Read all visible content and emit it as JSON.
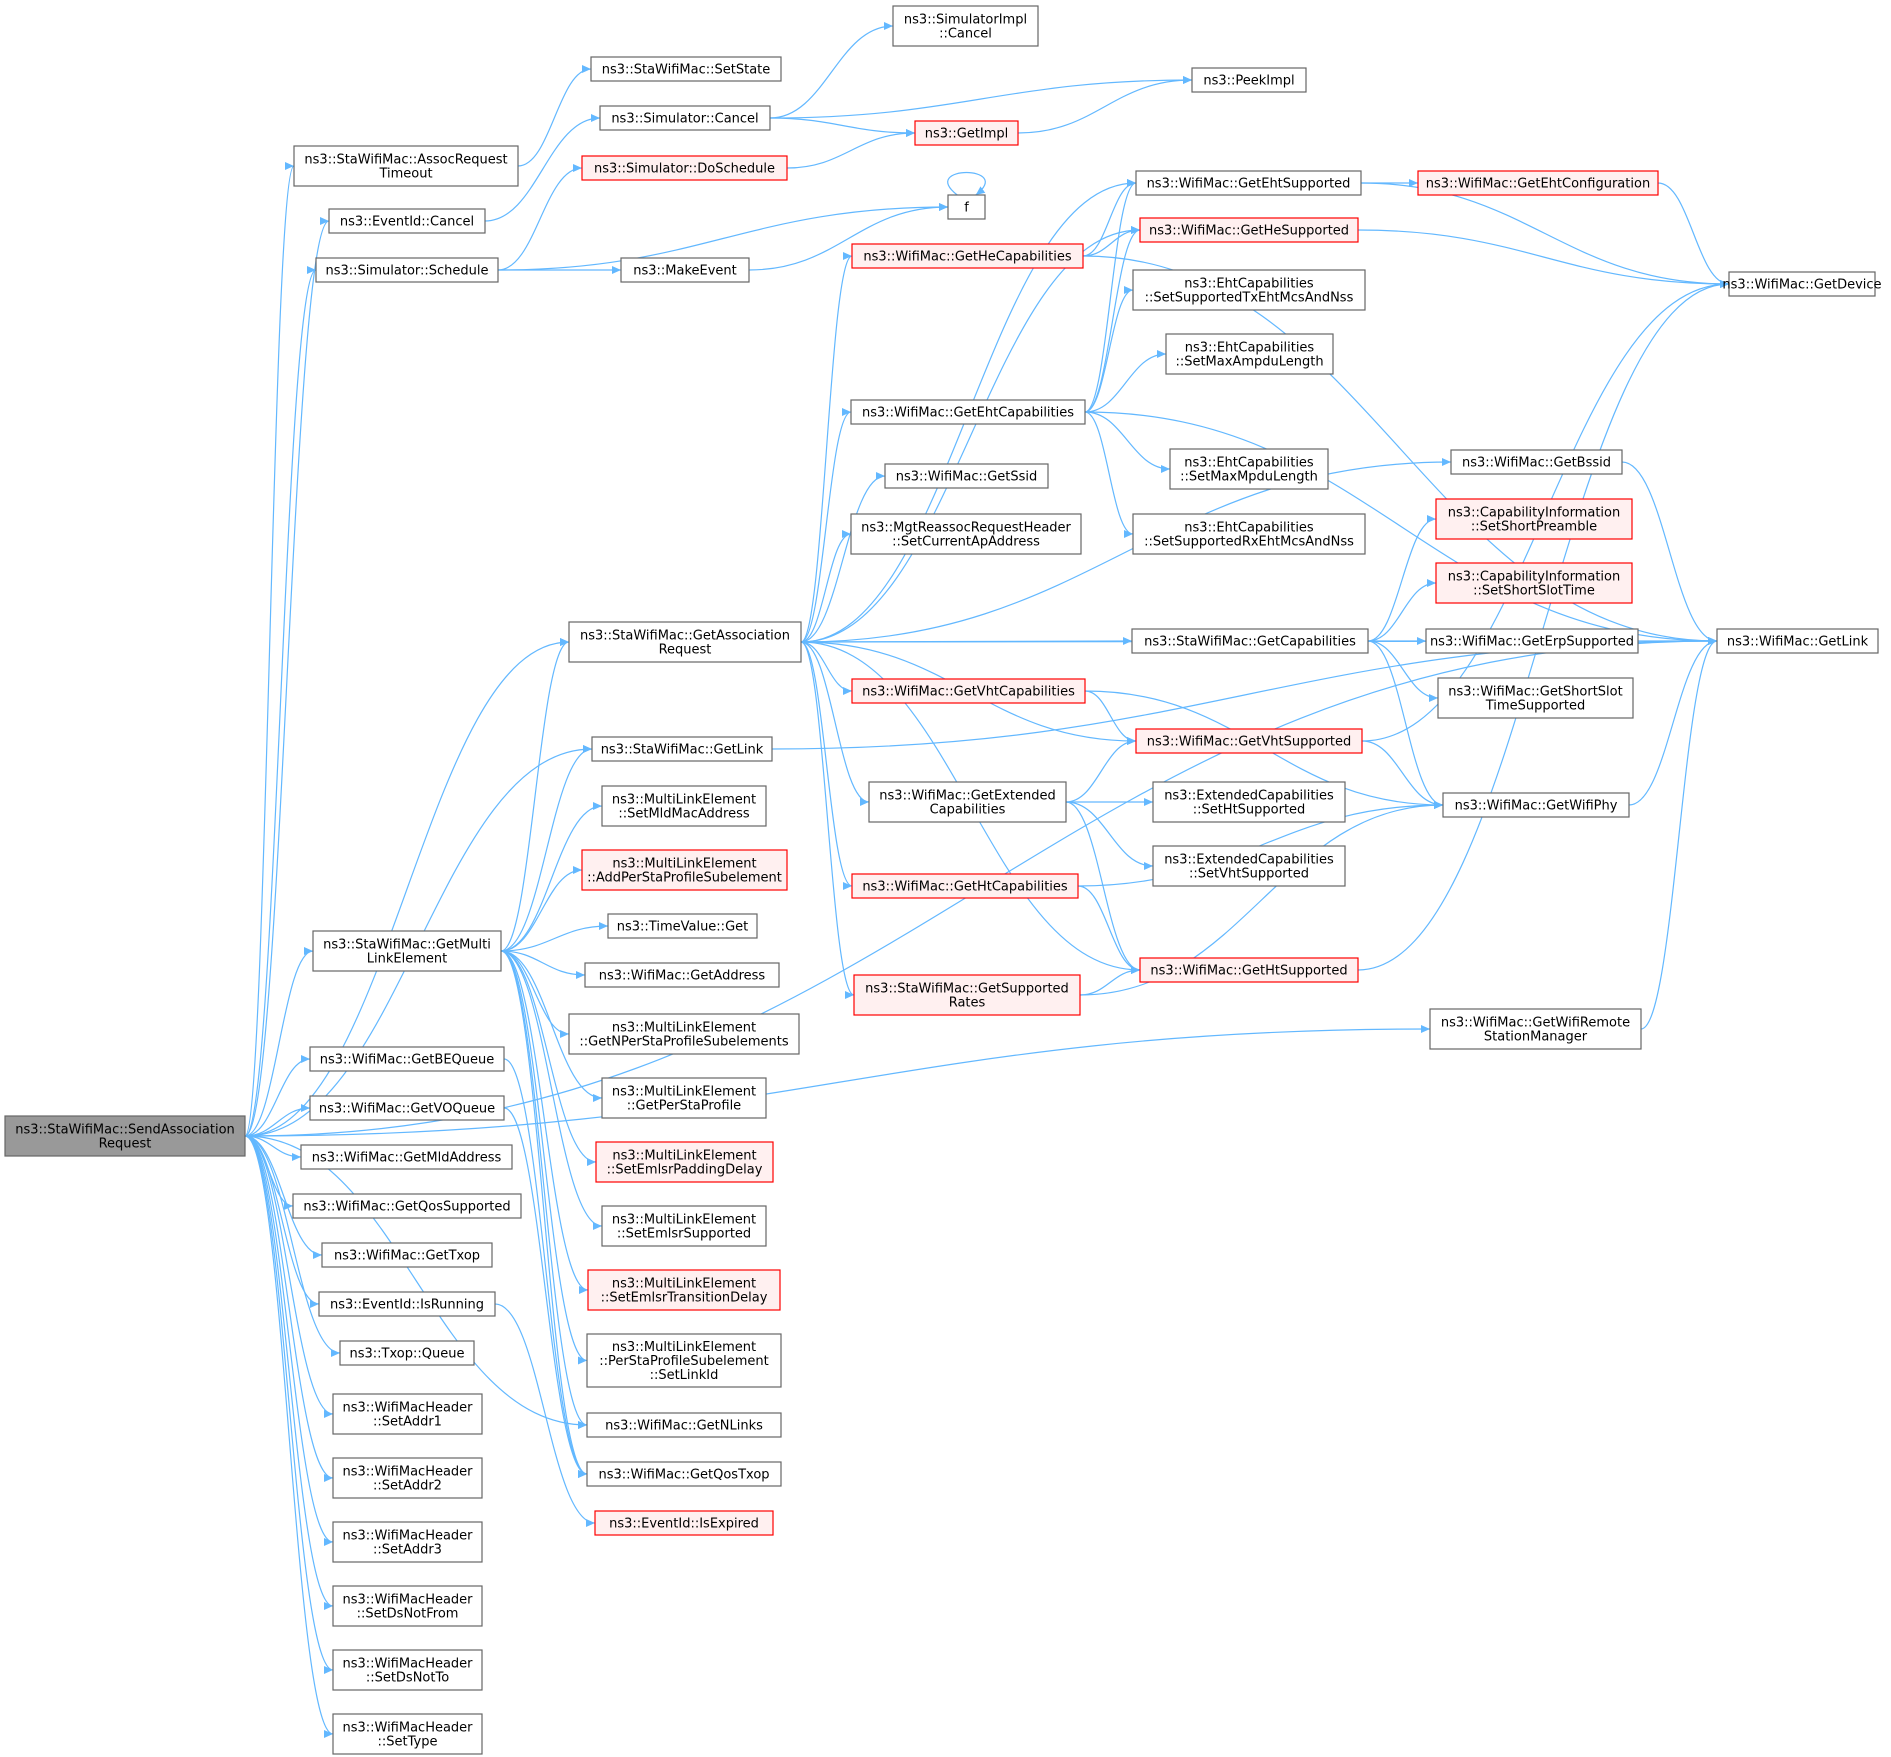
{
  "colors": {
    "edge": "#63b8ff",
    "node_border": "#666666",
    "node_border_red": "#ff0000",
    "node_fill": "#ffffff",
    "node_fill_red": "#fff0f0",
    "root_fill": "#999999"
  },
  "nodes": {
    "root": {
      "lines": [
        "ns3::StaWifiMac::SendAssociation",
        "Request"
      ],
      "style": "root"
    },
    "assocTimeout": {
      "lines": [
        "ns3::StaWifiMac::AssocRequest",
        "Timeout"
      ],
      "style": "normal"
    },
    "eventCancel": {
      "lines": [
        "ns3::EventId::Cancel"
      ],
      "style": "normal"
    },
    "simSchedule": {
      "lines": [
        "ns3::Simulator::Schedule"
      ],
      "style": "normal"
    },
    "setState": {
      "lines": [
        "ns3::StaWifiMac::SetState"
      ],
      "style": "normal"
    },
    "simCancel": {
      "lines": [
        "ns3::Simulator::Cancel"
      ],
      "style": "normal"
    },
    "simDoSchedule": {
      "lines": [
        "ns3::Simulator::DoSchedule"
      ],
      "style": "red"
    },
    "simImplCancel": {
      "lines": [
        "ns3::SimulatorImpl",
        "::Cancel"
      ],
      "style": "normal"
    },
    "getImpl": {
      "lines": [
        "ns3::GetImpl"
      ],
      "style": "red"
    },
    "peekImpl": {
      "lines": [
        "ns3::PeekImpl"
      ],
      "style": "normal"
    },
    "f": {
      "lines": [
        "f"
      ],
      "style": "normal"
    },
    "makeEvent": {
      "lines": [
        "ns3::MakeEvent"
      ],
      "style": "normal"
    },
    "getAssocReq": {
      "lines": [
        "ns3::StaWifiMac::GetAssociation",
        "Request"
      ],
      "style": "normal"
    },
    "getHeCap": {
      "lines": [
        "ns3::WifiMac::GetHeCapabilities"
      ],
      "style": "red"
    },
    "getEhtSupported": {
      "lines": [
        "ns3::WifiMac::GetEhtSupported"
      ],
      "style": "normal"
    },
    "getHeSupported": {
      "lines": [
        "ns3::WifiMac::GetHeSupported"
      ],
      "style": "red"
    },
    "getEhtConfig": {
      "lines": [
        "ns3::WifiMac::GetEhtConfiguration"
      ],
      "style": "red"
    },
    "getDevice": {
      "lines": [
        "ns3::WifiMac::GetDevice"
      ],
      "style": "normal"
    },
    "ehtSetTx": {
      "lines": [
        "ns3::EhtCapabilities",
        "::SetSupportedTxEhtMcsAndNss"
      ],
      "style": "normal"
    },
    "ehtSetAmpdu": {
      "lines": [
        "ns3::EhtCapabilities",
        "::SetMaxAmpduLength"
      ],
      "style": "normal"
    },
    "getEhtCap": {
      "lines": [
        "ns3::WifiMac::GetEhtCapabilities"
      ],
      "style": "normal"
    },
    "getSsid": {
      "lines": [
        "ns3::WifiMac::GetSsid"
      ],
      "style": "normal"
    },
    "ehtSetMpdu": {
      "lines": [
        "ns3::EhtCapabilities",
        "::SetMaxMpduLength"
      ],
      "style": "normal"
    },
    "mgtSetAp": {
      "lines": [
        "ns3::MgtReassocRequestHeader",
        "::SetCurrentApAddress"
      ],
      "style": "normal"
    },
    "ehtSetRx": {
      "lines": [
        "ns3::EhtCapabilities",
        "::SetSupportedRxEhtMcsAndNss"
      ],
      "style": "normal"
    },
    "getBssid": {
      "lines": [
        "ns3::WifiMac::GetBssid"
      ],
      "style": "normal"
    },
    "capShortPre": {
      "lines": [
        "ns3::CapabilityInformation",
        "::SetShortPreamble"
      ],
      "style": "red"
    },
    "capShortSlot": {
      "lines": [
        "ns3::CapabilityInformation",
        "::SetShortSlotTime"
      ],
      "style": "red"
    },
    "staGetCap": {
      "lines": [
        "ns3::StaWifiMac::GetCapabilities"
      ],
      "style": "normal"
    },
    "getErp": {
      "lines": [
        "ns3::WifiMac::GetErpSupported"
      ],
      "style": "normal"
    },
    "getLinkWM": {
      "lines": [
        "ns3::WifiMac::GetLink"
      ],
      "style": "normal"
    },
    "getShortSlot": {
      "lines": [
        "ns3::WifiMac::GetShortSlot",
        "TimeSupported"
      ],
      "style": "normal"
    },
    "getVhtCap": {
      "lines": [
        "ns3::WifiMac::GetVhtCapabilities"
      ],
      "style": "red"
    },
    "getVhtSupported": {
      "lines": [
        "ns3::WifiMac::GetVhtSupported"
      ],
      "style": "red"
    },
    "staGetLink": {
      "lines": [
        "ns3::StaWifiMac::GetLink"
      ],
      "style": "normal"
    },
    "getExtCap": {
      "lines": [
        "ns3::WifiMac::GetExtended",
        "Capabilities"
      ],
      "style": "normal"
    },
    "extSetHt": {
      "lines": [
        "ns3::ExtendedCapabilities",
        "::SetHtSupported"
      ],
      "style": "normal"
    },
    "getWifiPhy": {
      "lines": [
        "ns3::WifiMac::GetWifiPhy"
      ],
      "style": "normal"
    },
    "mleSetMld": {
      "lines": [
        "ns3::MultiLinkElement",
        "::SetMldMacAddress"
      ],
      "style": "normal"
    },
    "extSetVht": {
      "lines": [
        "ns3::ExtendedCapabilities",
        "::SetVhtSupported"
      ],
      "style": "normal"
    },
    "mleAddPer": {
      "lines": [
        "ns3::MultiLinkElement",
        "::AddPerStaProfileSubelement"
      ],
      "style": "red"
    },
    "getHtCap": {
      "lines": [
        "ns3::WifiMac::GetHtCapabilities"
      ],
      "style": "red"
    },
    "timeGet": {
      "lines": [
        "ns3::TimeValue::Get"
      ],
      "style": "normal"
    },
    "getMultiLink": {
      "lines": [
        "ns3::StaWifiMac::GetMulti",
        "LinkElement"
      ],
      "style": "normal"
    },
    "getAddress": {
      "lines": [
        "ns3::WifiMac::GetAddress"
      ],
      "style": "normal"
    },
    "getHtSupported": {
      "lines": [
        "ns3::WifiMac::GetHtSupported"
      ],
      "style": "red"
    },
    "getSuppRates": {
      "lines": [
        "ns3::StaWifiMac::GetSupported",
        "Rates"
      ],
      "style": "red"
    },
    "mleGetN": {
      "lines": [
        "ns3::MultiLinkElement",
        "::GetNPerStaProfileSubelements"
      ],
      "style": "normal"
    },
    "getRemoteStation": {
      "lines": [
        "ns3::WifiMac::GetWifiRemote",
        "StationManager"
      ],
      "style": "normal"
    },
    "getBEQueue": {
      "lines": [
        "ns3::WifiMac::GetBEQueue"
      ],
      "style": "normal"
    },
    "mleGetPer": {
      "lines": [
        "ns3::MultiLinkElement",
        "::GetPerStaProfile"
      ],
      "style": "normal"
    },
    "getVOQueue": {
      "lines": [
        "ns3::WifiMac::GetVOQueue"
      ],
      "style": "normal"
    },
    "mleSetPad": {
      "lines": [
        "ns3::MultiLinkElement",
        "::SetEmlsrPaddingDelay"
      ],
      "style": "red"
    },
    "getMldAddr": {
      "lines": [
        "ns3::WifiMac::GetMldAddress"
      ],
      "style": "normal"
    },
    "getQosSupp": {
      "lines": [
        "ns3::WifiMac::GetQosSupported"
      ],
      "style": "normal"
    },
    "mleSetEmlsr": {
      "lines": [
        "ns3::MultiLinkElement",
        "::SetEmlsrSupported"
      ],
      "style": "normal"
    },
    "getTxop": {
      "lines": [
        "ns3::WifiMac::GetTxop"
      ],
      "style": "normal"
    },
    "mleSetTrans": {
      "lines": [
        "ns3::MultiLinkElement",
        "::SetEmlsrTransitionDelay"
      ],
      "style": "red"
    },
    "isRunning": {
      "lines": [
        "ns3::EventId::IsRunning"
      ],
      "style": "normal"
    },
    "txopQueue": {
      "lines": [
        "ns3::Txop::Queue"
      ],
      "style": "normal"
    },
    "mlePerSetLink": {
      "lines": [
        "ns3::MultiLinkElement",
        "::PerStaProfileSubelement",
        "::SetLinkId"
      ],
      "style": "normal"
    },
    "setAddr1": {
      "lines": [
        "ns3::WifiMacHeader",
        "::SetAddr1"
      ],
      "style": "normal"
    },
    "getNLinks": {
      "lines": [
        "ns3::WifiMac::GetNLinks"
      ],
      "style": "normal"
    },
    "getQosTxop": {
      "lines": [
        "ns3::WifiMac::GetQosTxop"
      ],
      "style": "normal"
    },
    "setAddr2": {
      "lines": [
        "ns3::WifiMacHeader",
        "::SetAddr2"
      ],
      "style": "normal"
    },
    "isExpired": {
      "lines": [
        "ns3::EventId::IsExpired"
      ],
      "style": "red"
    },
    "setAddr3": {
      "lines": [
        "ns3::WifiMacHeader",
        "::SetAddr3"
      ],
      "style": "normal"
    },
    "setDsNotFrom": {
      "lines": [
        "ns3::WifiMacHeader",
        "::SetDsNotFrom"
      ],
      "style": "normal"
    },
    "setDsNotTo": {
      "lines": [
        "ns3::WifiMacHeader",
        "::SetDsNotTo"
      ],
      "style": "normal"
    },
    "setType": {
      "lines": [
        "ns3::WifiMacHeader",
        "::SetType"
      ],
      "style": "normal"
    }
  },
  "edges": [
    [
      "root",
      "assocTimeout"
    ],
    [
      "root",
      "eventCancel"
    ],
    [
      "root",
      "simSchedule"
    ],
    [
      "root",
      "getAssocReq"
    ],
    [
      "root",
      "staGetLink"
    ],
    [
      "root",
      "getMultiLink"
    ],
    [
      "root",
      "getBEQueue"
    ],
    [
      "root",
      "getVOQueue"
    ],
    [
      "root",
      "getMldAddr"
    ],
    [
      "root",
      "getQosSupp"
    ],
    [
      "root",
      "getTxop"
    ],
    [
      "root",
      "isRunning"
    ],
    [
      "root",
      "txopQueue"
    ],
    [
      "root",
      "setAddr1"
    ],
    [
      "root",
      "setAddr2"
    ],
    [
      "root",
      "setAddr3"
    ],
    [
      "root",
      "setDsNotFrom"
    ],
    [
      "root",
      "setDsNotTo"
    ],
    [
      "root",
      "setType"
    ],
    [
      "root",
      "getLinkWM"
    ],
    [
      "root",
      "getNLinks"
    ],
    [
      "root",
      "getRemoteStation"
    ],
    [
      "assocTimeout",
      "setState"
    ],
    [
      "eventCancel",
      "simCancel"
    ],
    [
      "simSchedule",
      "simDoSchedule"
    ],
    [
      "simSchedule",
      "f"
    ],
    [
      "simSchedule",
      "makeEvent"
    ],
    [
      "simCancel",
      "simImplCancel"
    ],
    [
      "simCancel",
      "getImpl"
    ],
    [
      "simCancel",
      "peekImpl"
    ],
    [
      "simDoSchedule",
      "getImpl"
    ],
    [
      "getImpl",
      "peekImpl"
    ],
    [
      "makeEvent",
      "f"
    ],
    [
      "f",
      "f"
    ],
    [
      "getAssocReq",
      "getHeCap"
    ],
    [
      "getAssocReq",
      "getEhtSupported"
    ],
    [
      "getAssocReq",
      "getHeSupported"
    ],
    [
      "getAssocReq",
      "getEhtCap"
    ],
    [
      "getAssocReq",
      "getSsid"
    ],
    [
      "getAssocReq",
      "mgtSetAp"
    ],
    [
      "getAssocReq",
      "getBssid"
    ],
    [
      "getAssocReq",
      "staGetCap"
    ],
    [
      "getAssocReq",
      "getVhtCap"
    ],
    [
      "getAssocReq",
      "getVhtSupported"
    ],
    [
      "getAssocReq",
      "getExtCap"
    ],
    [
      "getAssocReq",
      "getHtCap"
    ],
    [
      "getAssocReq",
      "getHtSupported"
    ],
    [
      "getAssocReq",
      "getSuppRates"
    ],
    [
      "getAssocReq",
      "getLinkWM"
    ],
    [
      "getHeCap",
      "getEhtSupported"
    ],
    [
      "getHeCap",
      "getHeSupported"
    ],
    [
      "getHeCap",
      "getLinkWM"
    ],
    [
      "getEhtSupported",
      "getEhtConfig"
    ],
    [
      "getEhtSupported",
      "getDevice"
    ],
    [
      "getHeSupported",
      "getDevice"
    ],
    [
      "getEhtConfig",
      "getDevice"
    ],
    [
      "getEhtCap",
      "ehtSetTx"
    ],
    [
      "getEhtCap",
      "ehtSetAmpdu"
    ],
    [
      "getEhtCap",
      "ehtSetMpdu"
    ],
    [
      "getEhtCap",
      "ehtSetRx"
    ],
    [
      "getEhtCap",
      "getEhtSupported"
    ],
    [
      "getEhtCap",
      "getHeSupported"
    ],
    [
      "getEhtCap",
      "getLinkWM"
    ],
    [
      "getBssid",
      "getLinkWM"
    ],
    [
      "staGetCap",
      "capShortPre"
    ],
    [
      "staGetCap",
      "capShortSlot"
    ],
    [
      "staGetCap",
      "getErp"
    ],
    [
      "staGetCap",
      "getShortSlot"
    ],
    [
      "staGetCap",
      "getWifiPhy"
    ],
    [
      "getErp",
      "getLinkWM"
    ],
    [
      "getVhtCap",
      "getVhtSupported"
    ],
    [
      "getVhtCap",
      "getWifiPhy"
    ],
    [
      "getVhtSupported",
      "getDevice"
    ],
    [
      "getVhtSupported",
      "getWifiPhy"
    ],
    [
      "getExtCap",
      "getVhtSupported"
    ],
    [
      "getExtCap",
      "extSetHt"
    ],
    [
      "getExtCap",
      "extSetVht"
    ],
    [
      "getExtCap",
      "getHtSupported"
    ],
    [
      "getHtCap",
      "getHtSupported"
    ],
    [
      "getHtCap",
      "getWifiPhy"
    ],
    [
      "getSuppRates",
      "getHtSupported"
    ],
    [
      "getSuppRates",
      "getWifiPhy"
    ],
    [
      "getHtSupported",
      "getDevice"
    ],
    [
      "getWifiPhy",
      "getLinkWM"
    ],
    [
      "getRemoteStation",
      "getLinkWM"
    ],
    [
      "staGetLink",
      "getLinkWM"
    ],
    [
      "getMultiLink",
      "getAssocReq"
    ],
    [
      "getMultiLink",
      "staGetLink"
    ],
    [
      "getMultiLink",
      "mleSetMld"
    ],
    [
      "getMultiLink",
      "mleAddPer"
    ],
    [
      "getMultiLink",
      "timeGet"
    ],
    [
      "getMultiLink",
      "getAddress"
    ],
    [
      "getMultiLink",
      "mleGetN"
    ],
    [
      "getMultiLink",
      "mleGetPer"
    ],
    [
      "getMultiLink",
      "mleSetPad"
    ],
    [
      "getMultiLink",
      "mleSetEmlsr"
    ],
    [
      "getMultiLink",
      "mleSetTrans"
    ],
    [
      "getMultiLink",
      "mlePerSetLink"
    ],
    [
      "getMultiLink",
      "getNLinks"
    ],
    [
      "getMultiLink",
      "getQosTxop"
    ],
    [
      "getBEQueue",
      "getQosTxop"
    ],
    [
      "getVOQueue",
      "getQosTxop"
    ],
    [
      "isRunning",
      "isExpired"
    ]
  ]
}
